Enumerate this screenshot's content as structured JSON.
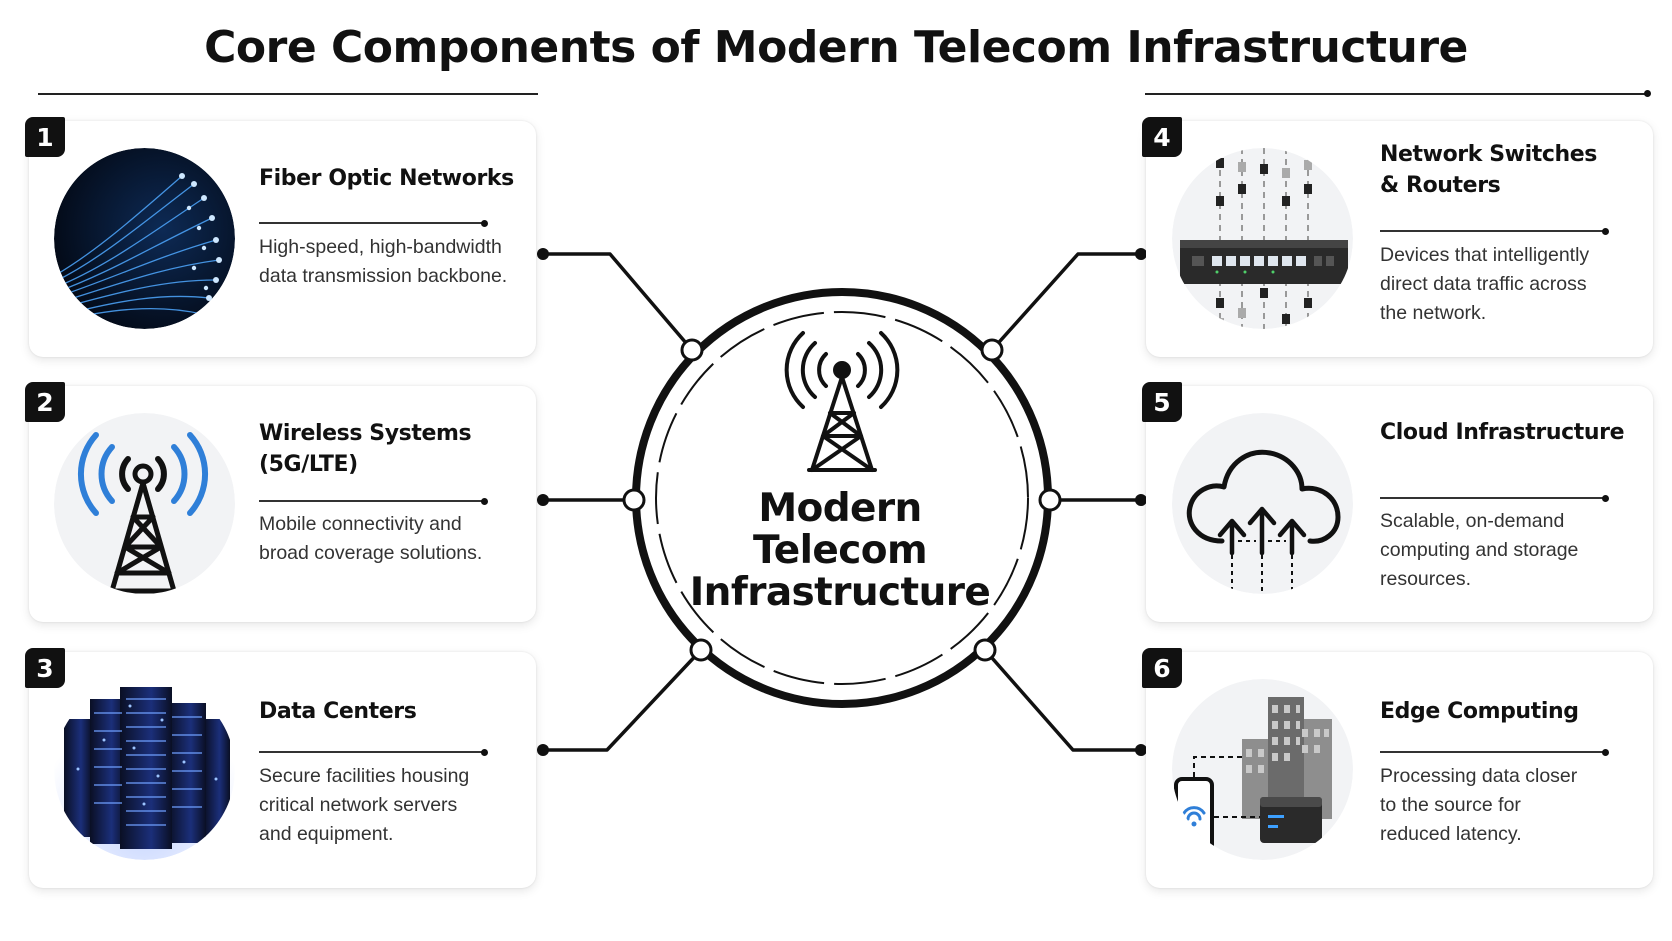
{
  "title": "Core Components of Modern Telecom Infrastructure",
  "hub": {
    "lines": [
      "Modern",
      "Telecom",
      "Infrastructure"
    ],
    "icon": "cell-tower-icon"
  },
  "components": [
    {
      "number": "1",
      "title_lines": [
        "Fiber Optic Networks"
      ],
      "desc_lines": [
        "High-speed, high-bandwidth",
        "data transmission backbone."
      ],
      "icon": "fiber-optic-icon"
    },
    {
      "number": "2",
      "title_lines": [
        "Wireless Systems",
        "(5G/LTE)"
      ],
      "desc_lines": [
        "Mobile connectivity and",
        "broad coverage solutions."
      ],
      "icon": "wireless-tower-icon"
    },
    {
      "number": "3",
      "title_lines": [
        "Data Centers"
      ],
      "desc_lines": [
        "Secure facilities housing",
        "critical network servers",
        "and equipment."
      ],
      "icon": "server-racks-icon"
    },
    {
      "number": "4",
      "title_lines": [
        "Network Switches",
        "& Routers"
      ],
      "desc_lines": [
        "Devices that intelligently",
        "direct data traffic across",
        "the network."
      ],
      "icon": "network-switch-icon"
    },
    {
      "number": "5",
      "title_lines": [
        "Cloud Infrastructure"
      ],
      "desc_lines": [
        "Scalable, on-demand",
        "computing and storage",
        "resources."
      ],
      "icon": "cloud-upload-icon"
    },
    {
      "number": "6",
      "title_lines": [
        "Edge Computing"
      ],
      "desc_lines": [
        "Processing data closer",
        "to the source for",
        "reduced latency."
      ],
      "icon": "edge-computing-icon"
    }
  ],
  "colors": {
    "accent_blue": "#2f7fd8",
    "ink": "#111111",
    "text_gray": "#333333",
    "server_blue": "#1b2f7a"
  }
}
